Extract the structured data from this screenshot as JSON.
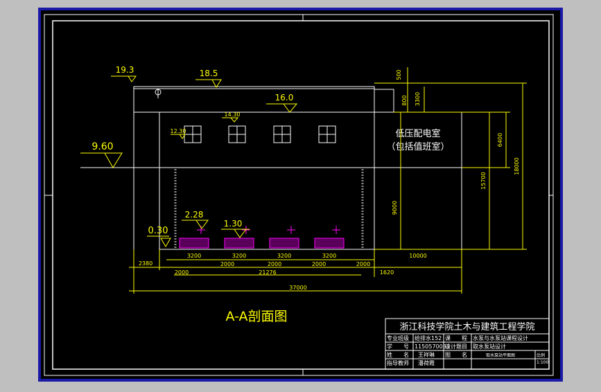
{
  "drawing": {
    "title": "A-A剖面图",
    "room_name": "低压配电室",
    "room_note": "（包括值班室）"
  },
  "elevations": {
    "e1": "19.3",
    "e2": "18.5",
    "e3": "16.0",
    "e4": "14.30",
    "e5": "12.30",
    "e6": "9.60",
    "e7": "2.28",
    "e8": "1.30",
    "e9": "0.30"
  },
  "dimensions": {
    "d_2380": "2380",
    "d_3200a": "3200",
    "d_3200b": "3200",
    "d_3200c": "3200",
    "d_3200d": "3200",
    "d_2000a": "2000",
    "d_2000b": "2000",
    "d_2000c": "2000",
    "d_2000d": "2000",
    "d_2000e": "2000",
    "d_21276": "21276",
    "d_1620": "1620",
    "d_10000": "10000",
    "d_37000": "37000",
    "d_500": "500",
    "d_3300": "3300",
    "d_800": "800",
    "d_6400": "6400",
    "d_15700": "15700",
    "d_18000": "18000",
    "d_9000": "9000"
  },
  "title_block": {
    "school": "浙江科技学院土木与建筑工程学院",
    "major_label": "专业班级",
    "major_value": "给排水152",
    "id_label": "学　　号",
    "id_value": "1150570033",
    "name_label": "姓　　名",
    "name_value": "王祥琳",
    "advisor_label": "指导教师",
    "advisor_value": "潘荷霞",
    "course_label": "课　　程",
    "course_value": "水泵与水泵站课程设计",
    "topic_label": "设计题目",
    "topic_value": "取水泵站设计",
    "drawing_label": "图　　名",
    "drawing_value": "取水泵站平面图",
    "scale_label": "比例",
    "scale_value": "1:100"
  },
  "colors": {
    "background": "#000000",
    "frame": "#ffffff",
    "outer_border": "#1a1aa6",
    "dimension": "#ffff00",
    "section": "#ffffff",
    "pump": "#ff00ff"
  }
}
